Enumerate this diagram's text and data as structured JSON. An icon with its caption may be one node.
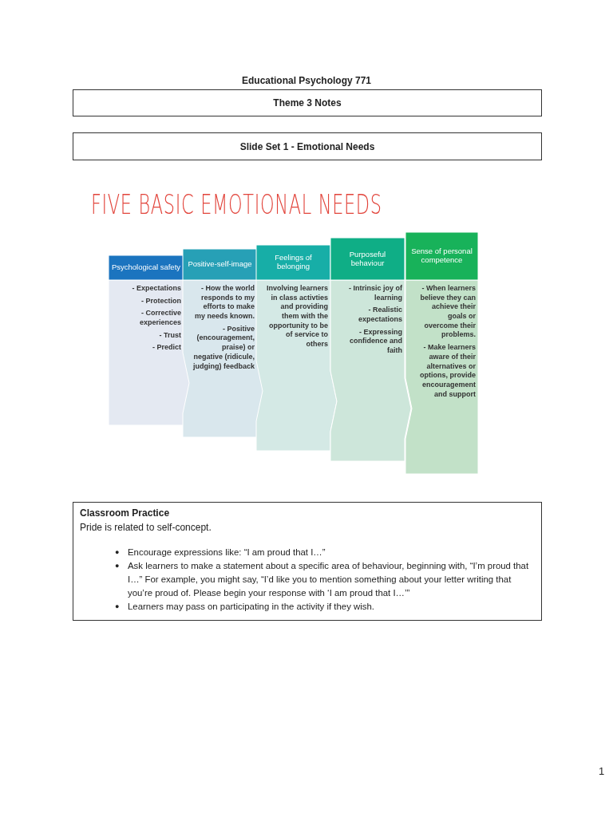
{
  "diagram": {
    "title": "Educational Psychology 771",
    "nodes": [
      {
        "text": [
          "Theme 3 Notes"
        ]
      },
      {
        "text": [
          "Slide Set 1 - Emotional Needs"
        ]
      },
      {
        "text": [
          "Psychological safety",
          "- Expectations",
          "- Protection",
          "- Corrective experiences",
          "- Trust",
          "- Predict"
        ]
      },
      {
        "text": [
          "Positive-self-image",
          "- How the world responds to my efforts to make my needs known.",
          "- Positive (encouragement, praise) or negative (ridicule, judging) feedback"
        ]
      },
      {
        "text": [
          "Feelings of belonging",
          "Involving learners in class activties and providing them with the opportunity to be of service to others"
        ]
      },
      {
        "text": [
          "Purposeful behaviour",
          "- Intrinsic joy of learning",
          "- Realistic expectations",
          "- Expressing confidence and faith"
        ]
      },
      {
        "text": [
          "Sense of personal competence",
          "- When learners believe they can achieve their goals or overcome their problems.",
          "- Make learners aware of their alternatives or options, provide encouragement and support"
        ]
      },
      {
        "text": [
          "Classroom Practice",
          "Pride is related to self-concept.",
          "●",
          "Encourage expressions like: “I am proud that I…”",
          "●",
          "Ask learners to make a statement about a specific area of behaviour, beginning with, “I’m proud that I…” For example, you might say, “I’d like you to mention something about your letter writing that you’re proud of. Please begin your response with ‘I am proud that I…’”",
          "●",
          "Learners may pass on participating in the activity if they wish."
        ]
      }
    ],
    "labels": [
      "FIVE BASIC EMOTIONAL NEEDS",
      "1"
    ]
  }
}
